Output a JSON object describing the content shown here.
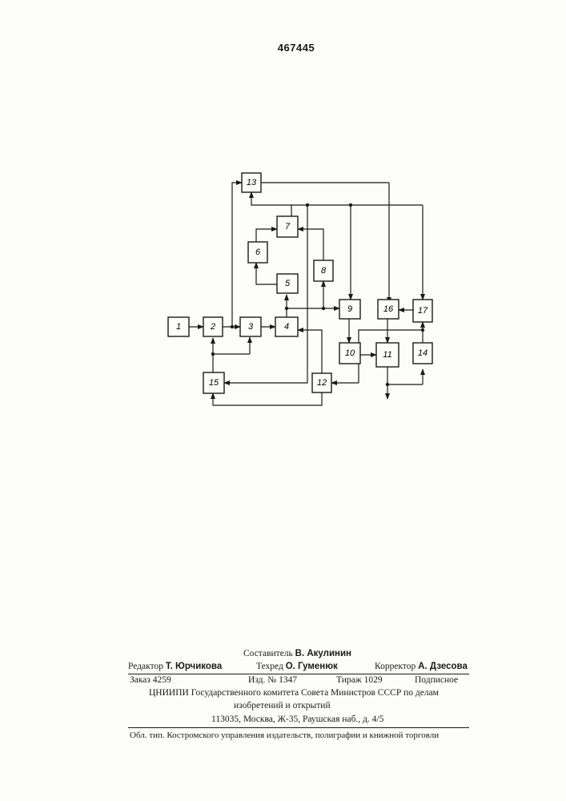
{
  "patent_number": "467445",
  "blocks": [
    "1",
    "2",
    "3",
    "4",
    "5",
    "6",
    "7",
    "8",
    "9",
    "10",
    "11",
    "12",
    "13",
    "14",
    "15",
    "16",
    "17"
  ],
  "footer": {
    "compiler_label": "Составитель",
    "compiler_name": "В. Акулинин",
    "editor_label": "Редактор",
    "editor_name": "Т. Юрчикова",
    "techred_label": "Техред",
    "techred_name": "О. Гуменюк",
    "corrector_label": "Корректор",
    "corrector_name": "А. Дзесова",
    "order": "Заказ 4259",
    "edition": "Изд. № 1347",
    "circulation": "Тираж 1029",
    "subscription": "Подписное",
    "org_line1": "ЦНИИПИ Государственного комитета Совета Министров СССР по делам",
    "org_line2": "изобретений и открытий",
    "address": "113035, Москва, Ж-35, Раушская наб., д. 4/5",
    "printer": "Обл. тип. Костромского управления издательств, полиграфии и книжной торговли"
  }
}
